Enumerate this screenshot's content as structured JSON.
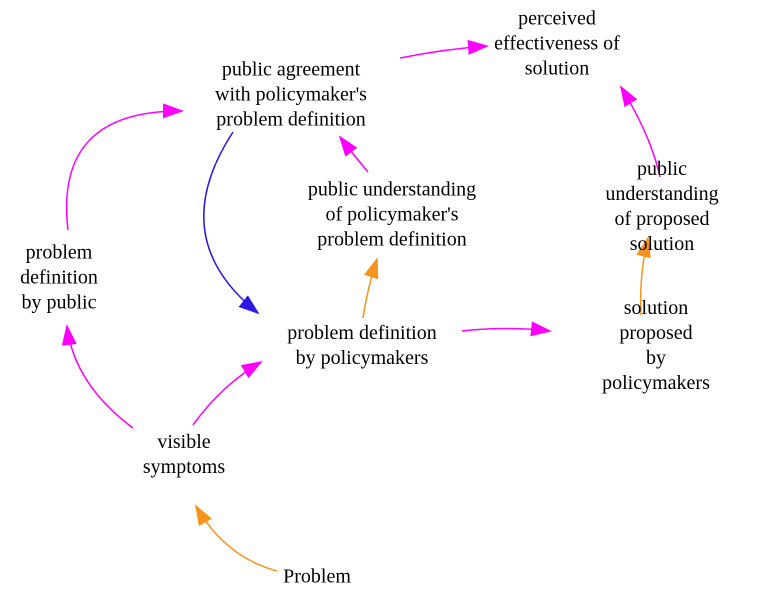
{
  "diagram": {
    "type": "causal-loop-diagram",
    "colors": {
      "magenta": "#ff00ff",
      "orange": "#f7941d",
      "blue": "#2d19e6",
      "text": "#000000",
      "background": "#ffffff"
    },
    "nodes": {
      "perceived_effectiveness": {
        "label": "perceived\neffectiveness of\nsolution"
      },
      "public_agreement": {
        "label": "public agreement\nwith policymaker's\nproblem definition"
      },
      "public_understanding_policymakers": {
        "label": "public understanding\nof policymaker's\nproblem definition"
      },
      "public_understanding_solution": {
        "label": "public understanding\nof proposed solution"
      },
      "problem_definition_public": {
        "label": "problem\ndefinition\nby public"
      },
      "problem_definition_policymakers": {
        "label": "problem definition\nby policymakers"
      },
      "solution_proposed": {
        "label": "solution proposed\nby policymakers"
      },
      "visible_symptoms": {
        "label": "visible\nsymptoms"
      },
      "problem": {
        "label": "Problem"
      }
    },
    "edges": [
      {
        "from": "public_agreement",
        "to": "perceived_effectiveness",
        "color": "magenta"
      },
      {
        "from": "problem_definition_public",
        "to": "public_agreement",
        "color": "magenta"
      },
      {
        "from": "public_agreement",
        "to": "problem_definition_policymakers",
        "color": "blue"
      },
      {
        "from": "public_understanding_policymakers",
        "to": "public_agreement",
        "color": "magenta"
      },
      {
        "from": "problem_definition_policymakers",
        "to": "public_understanding_policymakers",
        "color": "orange"
      },
      {
        "from": "problem_definition_policymakers",
        "to": "solution_proposed",
        "color": "magenta"
      },
      {
        "from": "solution_proposed",
        "to": "public_understanding_solution",
        "color": "orange"
      },
      {
        "from": "public_understanding_solution",
        "to": "perceived_effectiveness",
        "color": "magenta"
      },
      {
        "from": "visible_symptoms",
        "to": "problem_definition_public",
        "color": "magenta"
      },
      {
        "from": "visible_symptoms",
        "to": "problem_definition_policymakers",
        "color": "magenta"
      },
      {
        "from": "problem",
        "to": "visible_symptoms",
        "color": "orange"
      }
    ]
  }
}
